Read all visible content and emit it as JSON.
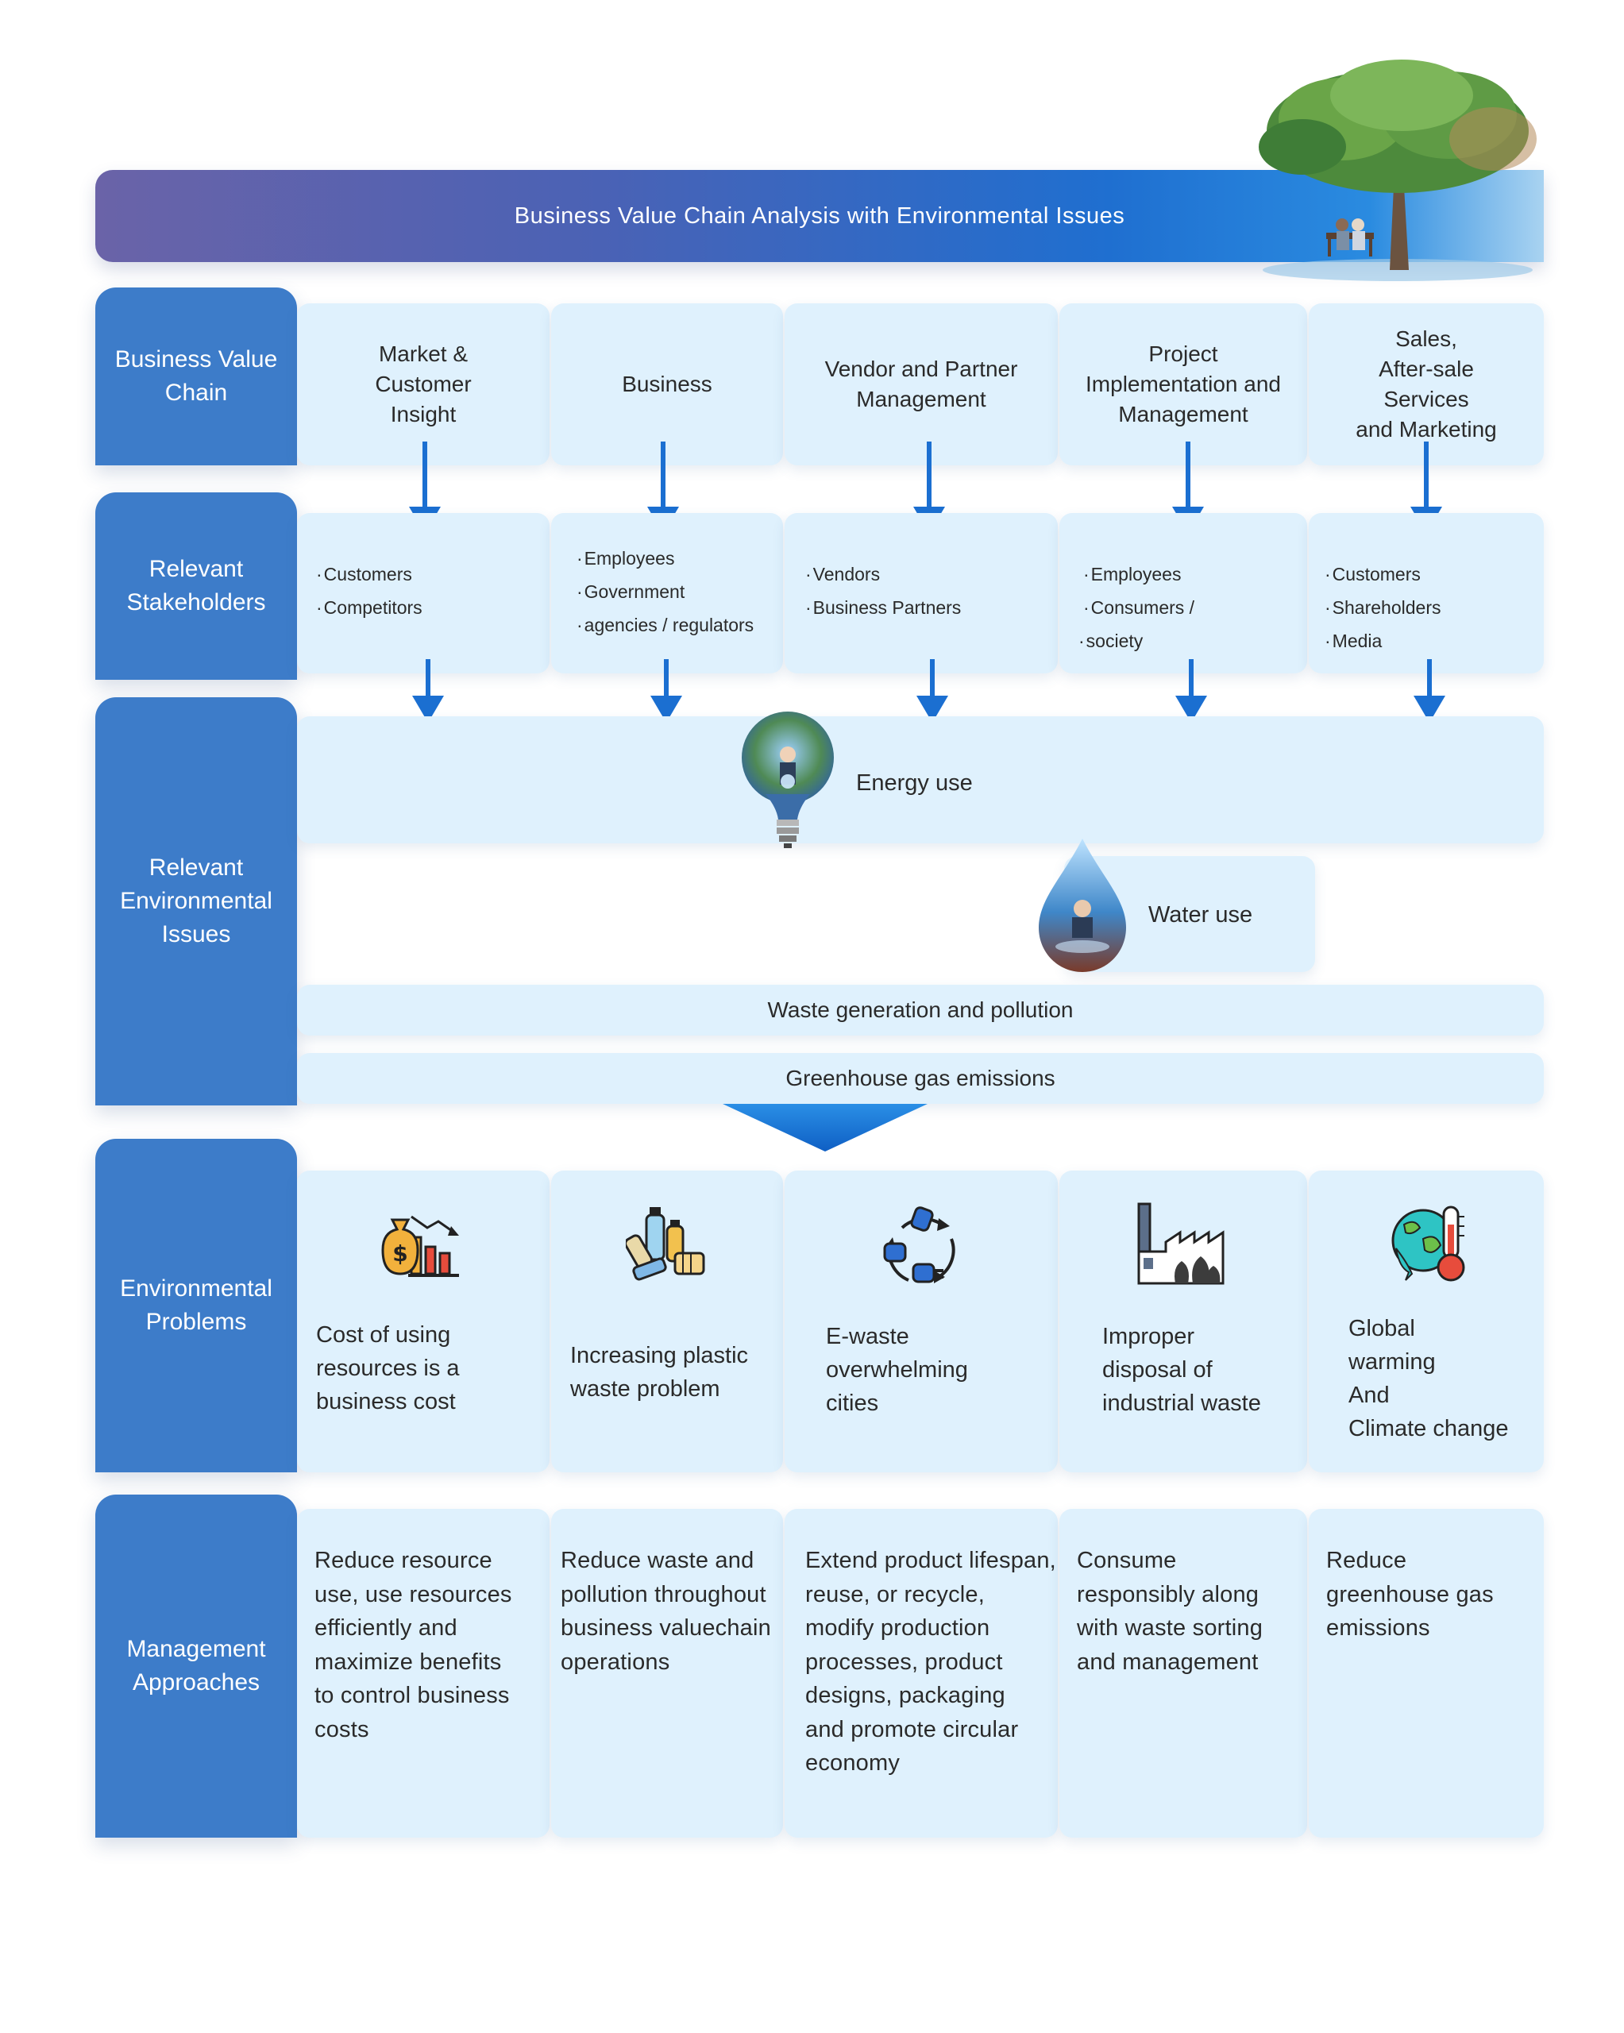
{
  "header": {
    "title": "Business Value Chain Analysis with Environmental Issues"
  },
  "row_labels": {
    "value_chain": "Business Value\nChain",
    "stakeholders": "Relevant\nStakeholders",
    "env_issues": "Relevant\nEnvironmental\nIssues",
    "env_problems": "Environmental\nProblems",
    "mgmt": "Management\nApproaches"
  },
  "value_chain": [
    "Market &\nCustomer\nInsight",
    "Business",
    "Vendor and Partner\nManagement",
    "Project\nImplementation and\nManagement",
    "Sales,\nAfter-sale\nServices\nand Marketing"
  ],
  "stakeholders": [
    [
      "Customers",
      "Competitors"
    ],
    [
      "Employees",
      "Government",
      "agencies / regulators"
    ],
    [
      "Vendors",
      "Business Partners"
    ],
    [
      "Employees",
      "Consumers /",
      "society"
    ],
    [
      "Customers",
      "Shareholders",
      "Media"
    ]
  ],
  "env_issues": {
    "energy": "Energy use",
    "water": "Water use",
    "waste": "Waste generation and pollution",
    "ghg": "Greenhouse gas emissions"
  },
  "problems": [
    {
      "text": "Cost of using\nresources is a\nbusiness cost",
      "icon": "money-bag-chart-icon"
    },
    {
      "text": "Increasing plastic\nwaste problem",
      "icon": "plastic-bottles-icon"
    },
    {
      "text": "E-waste\noverwhelming\ncities",
      "icon": "recycle-plugs-icon"
    },
    {
      "text": "Improper\ndisposal of\nindustrial waste",
      "icon": "factory-icon"
    },
    {
      "text": "Global\nwarming\nAnd\nClimate change",
      "icon": "globe-thermometer-icon"
    }
  ],
  "approaches": [
    "Reduce resource\nuse, use resources\nefficiently and\nmaximize benefits\nto control business\ncosts",
    "Reduce waste and\npollution throughout\nbusiness valuechain\noperations",
    "Extend product lifespan,\nreuse, or recycle,\nmodify production\nprocesses, product\ndesigns, packaging\nand promote circular\neconomy",
    "Consume\nresponsibly along\nwith waste sorting\nand management",
    "Reduce\ngreenhouse gas\nemissions"
  ],
  "colors": {
    "label_blue": "#3d7cc9",
    "cell_bg": "#dff1fd",
    "arrow_blue": "#1b6fd1"
  }
}
